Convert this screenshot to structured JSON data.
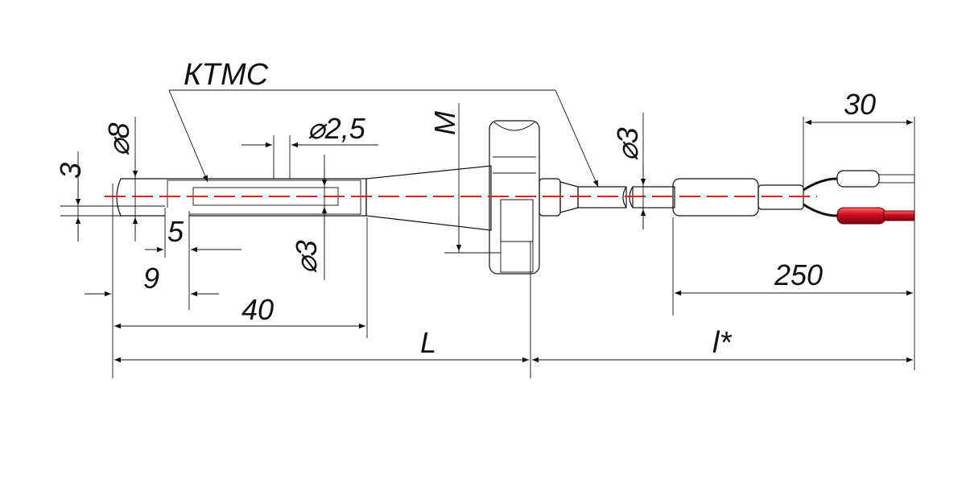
{
  "colors": {
    "axis": "#dd2222",
    "metal_light": "#f2f2f2",
    "metal_dark": "#9a9a9a",
    "red_lead": "#c8102e",
    "wire": "#111111"
  },
  "labels": {
    "material": "КТМС",
    "dia_8": "⌀8",
    "dia_2_5": "⌀2,5",
    "dia_3_left": "⌀3",
    "dia_3_right": "⌀3",
    "thread": "M",
    "dim_3": "3",
    "dim_5": "5",
    "dim_9": "9",
    "dim_40": "40",
    "dim_L": "L",
    "dim_l": "l*",
    "dim_30": "30",
    "dim_250": "250"
  }
}
